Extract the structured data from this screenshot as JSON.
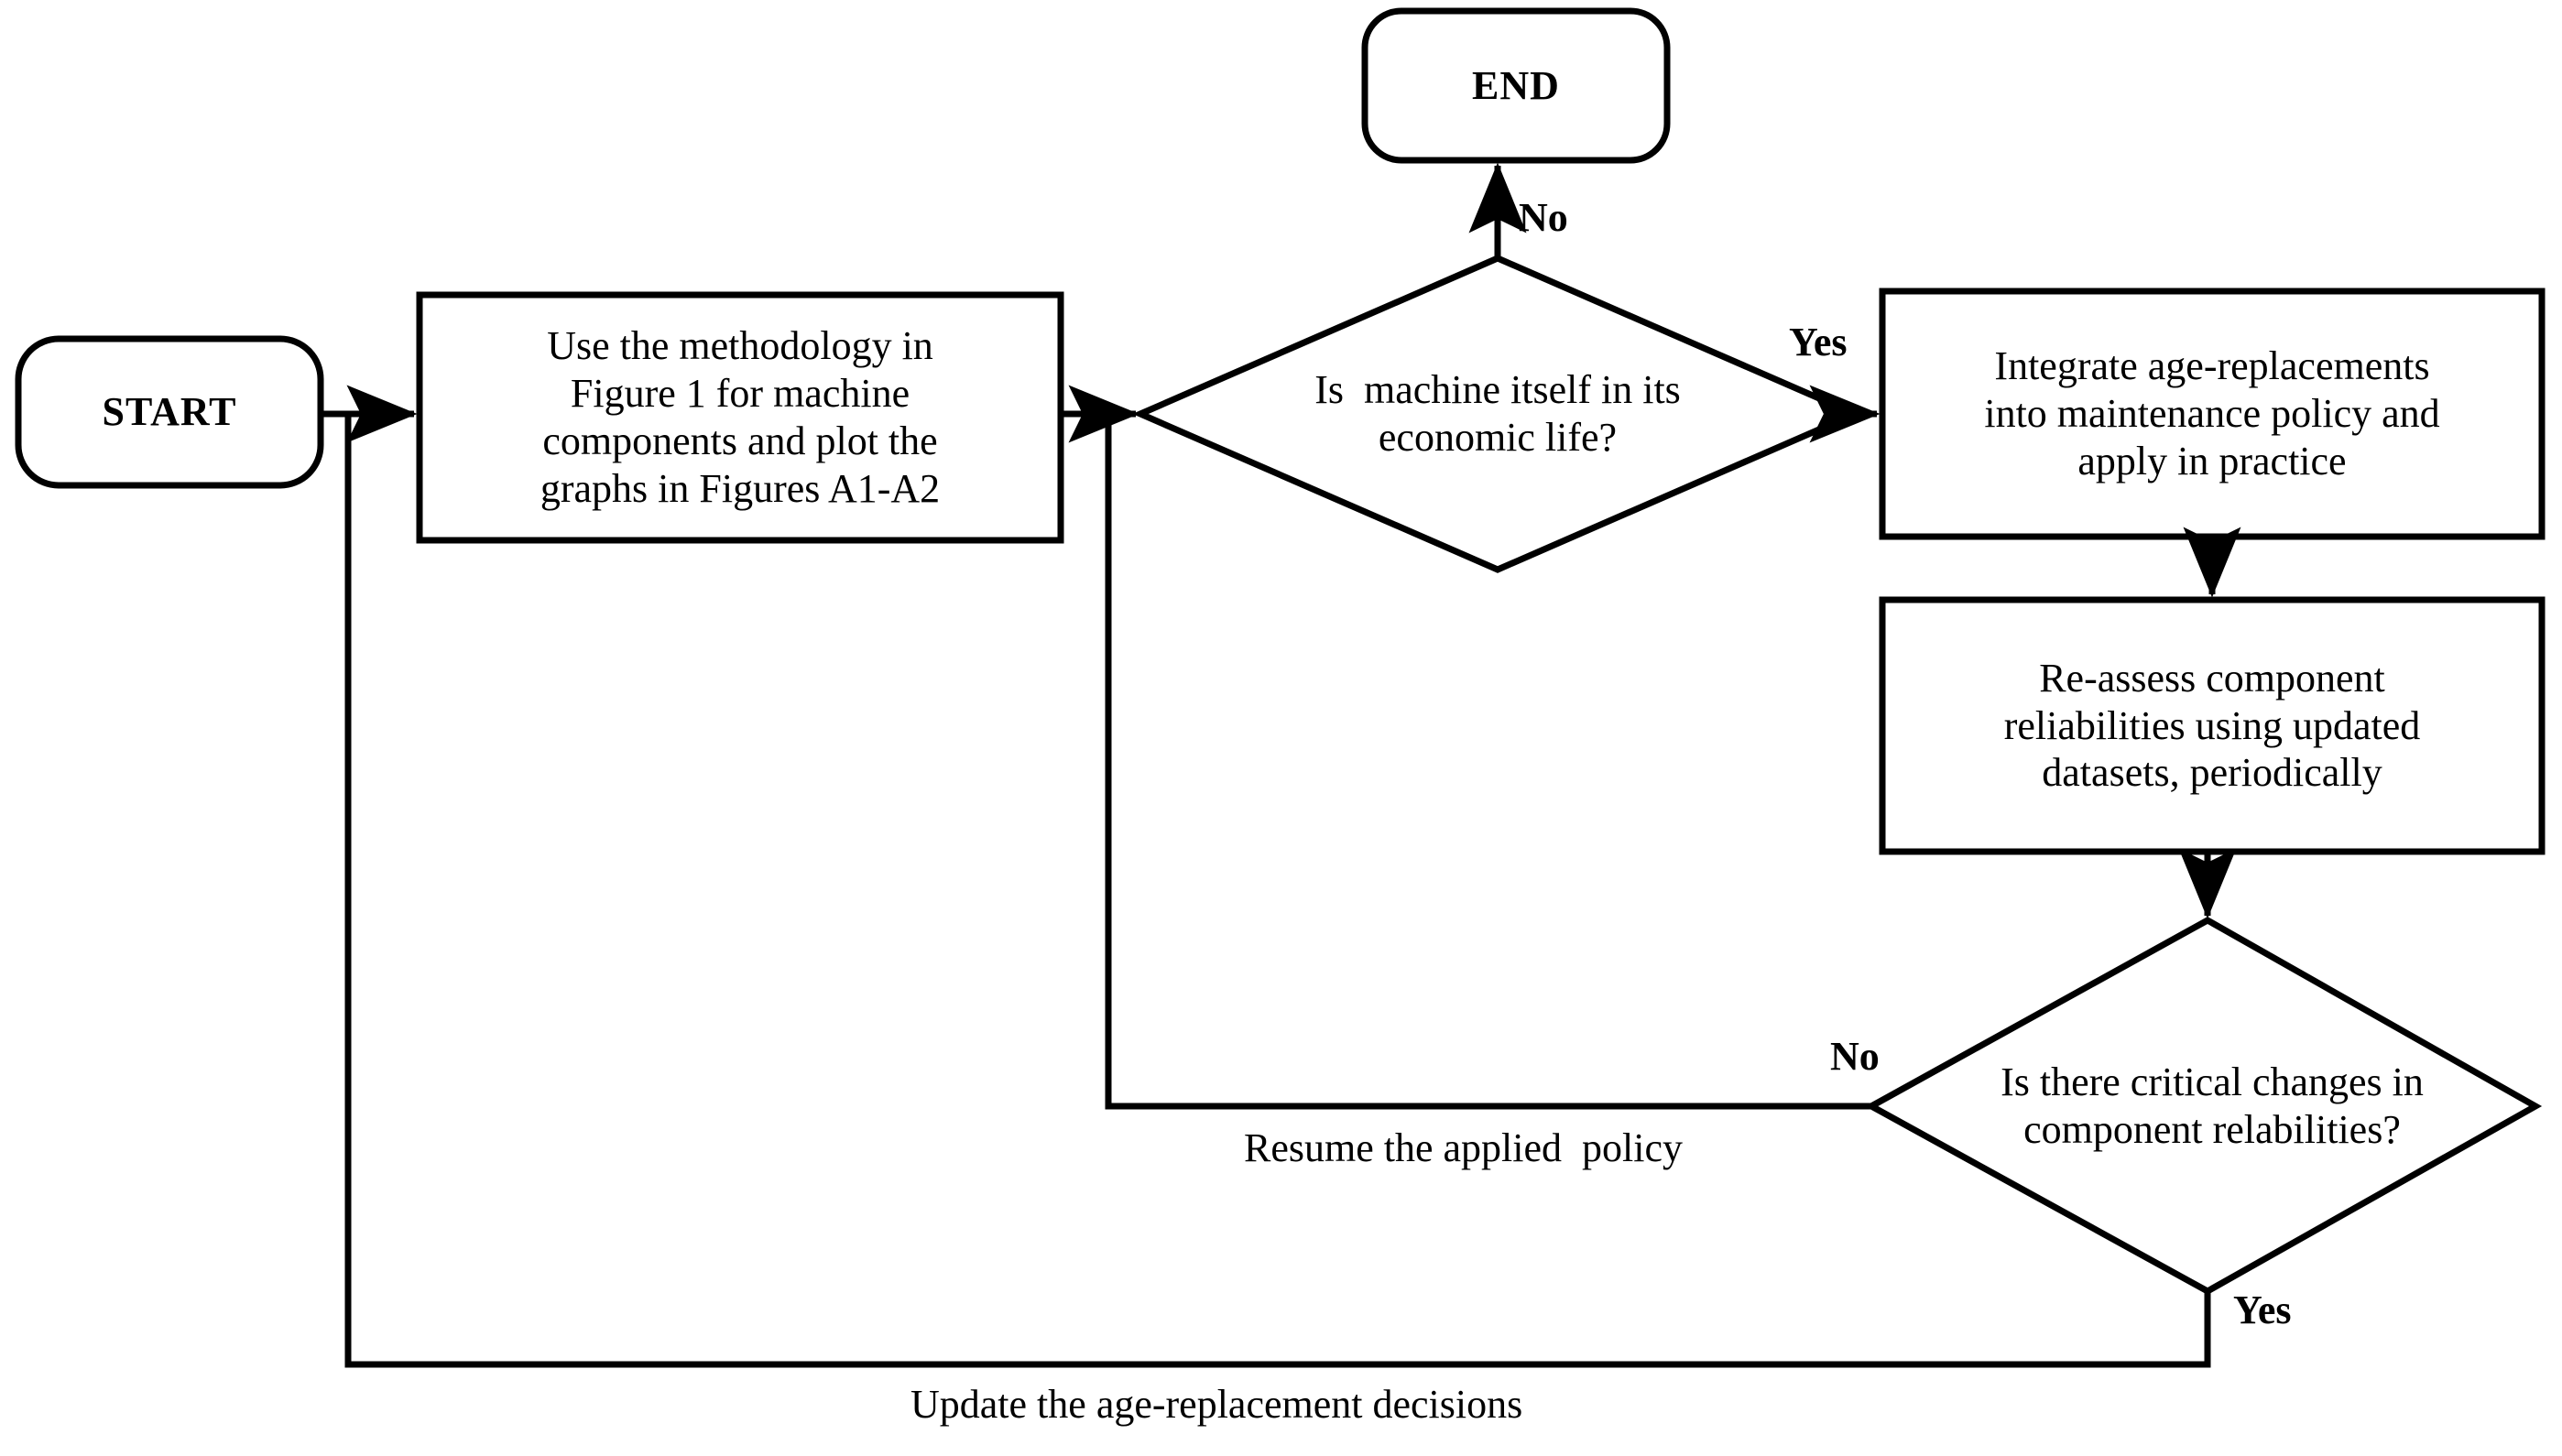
{
  "diagram": {
    "title": "Age-replacement maintenance decision flowchart",
    "background_color": "#ffffff",
    "line_color": "#000000",
    "nodes": {
      "start": {
        "label": "START",
        "shape": "terminator"
      },
      "methodology": {
        "label": "Use the methodology in\nFigure 1 for machine\ncomponents and plot the\ngraphs in Figures A1-A2",
        "shape": "process"
      },
      "end": {
        "label": "END",
        "shape": "terminator"
      },
      "economic_life_decision": {
        "label": "Is  machine itself in its\neconomic life?",
        "shape": "decision"
      },
      "integrate": {
        "label": "Integrate age-replacements\ninto maintenance policy and\napply in practice",
        "shape": "process"
      },
      "reassess": {
        "label": "Re-assess component\nreliabilities using updated\ndatasets, periodically",
        "shape": "process"
      },
      "critical_changes_decision": {
        "label": "Is there critical changes in\ncomponent relabilities?",
        "shape": "decision"
      }
    },
    "edge_labels": {
      "end_no": "No",
      "economic_life_yes": "Yes",
      "critical_no": "No",
      "critical_yes": "Yes",
      "resume_policy": "Resume the applied  policy",
      "update_decisions": "Update the age-replacement decisions"
    }
  }
}
